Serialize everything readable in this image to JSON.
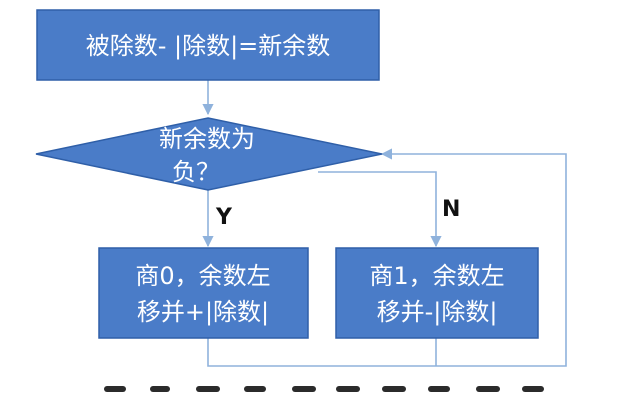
{
  "nodes": {
    "top": {
      "line1": "被除数- |除数|=新余数"
    },
    "decision": {
      "line1": "新余数为",
      "line2": "负？"
    },
    "left": {
      "line1": "商0，余数左",
      "line2": "移并+|除数|"
    },
    "right": {
      "line1": "商1，余数左",
      "line2": "移并-|除数|"
    }
  },
  "edges": {
    "yes_label": "Y",
    "no_label": "N"
  },
  "colors": {
    "node_fill": "#4a7cc8",
    "node_border": "#2f5fa8",
    "connector": "#8fb2dc",
    "text": "#ffffff"
  }
}
